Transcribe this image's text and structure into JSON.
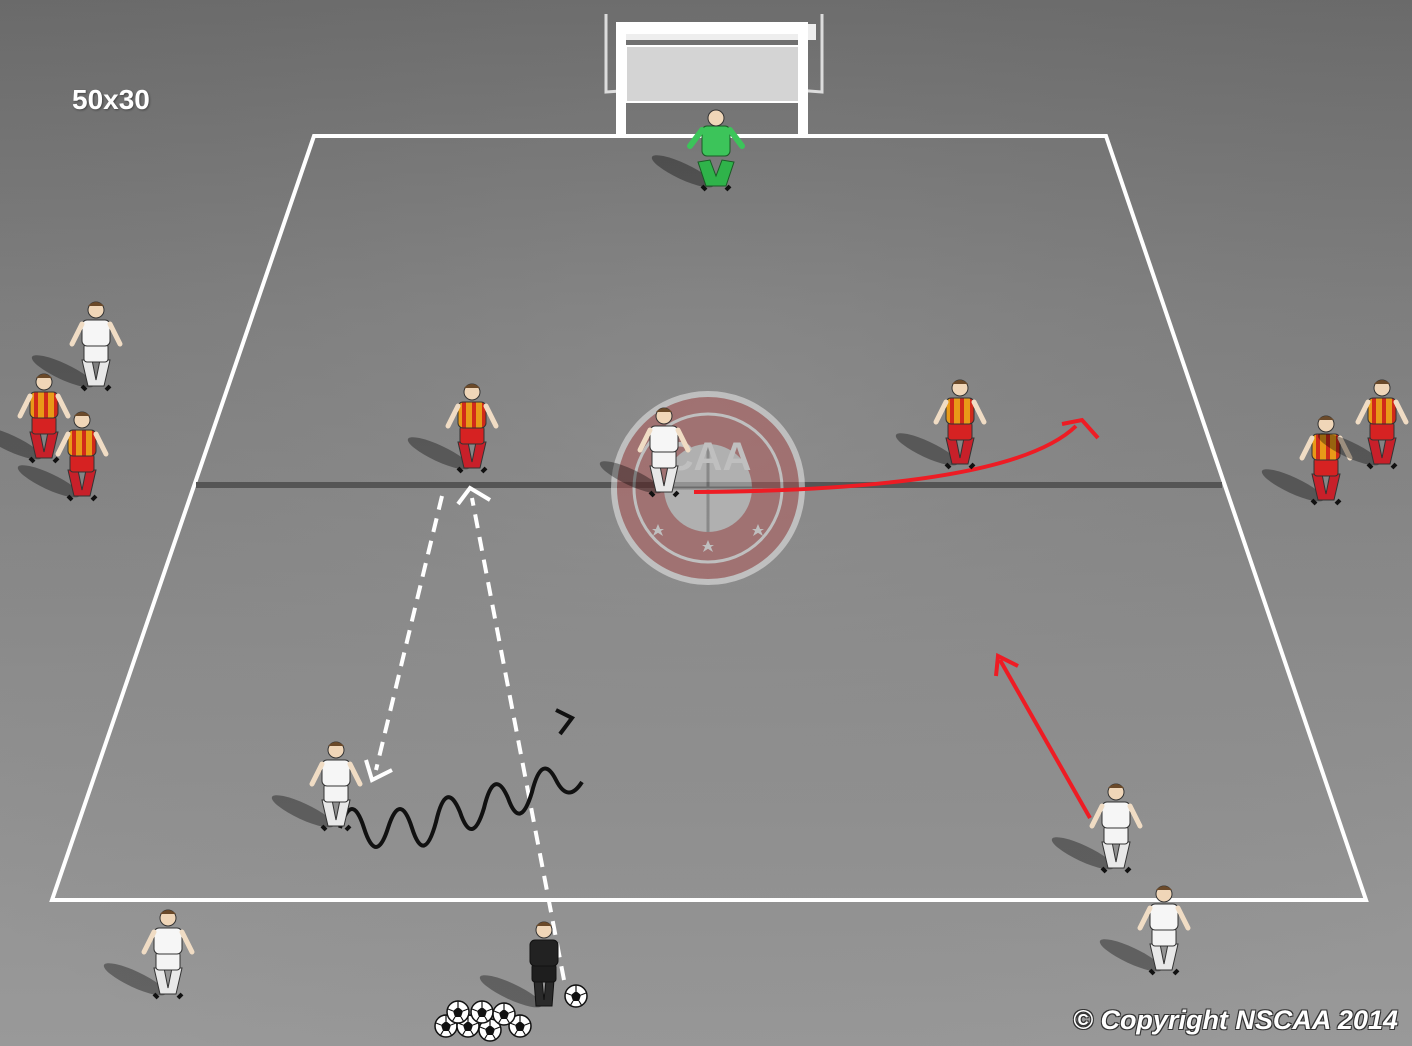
{
  "field": {
    "dimensions_label": "50x30"
  },
  "watermark": {
    "text": "NSCAA",
    "icon": "nscaa-logo-icon"
  },
  "copyright": "© Copyright NSCAA 2014",
  "colors": {
    "background": "#808080",
    "pitch_lines": "#ffffff",
    "halfway_line": "#555555",
    "team_attack_kit": "#f4f4f4",
    "team_defend_shirt": "#e89a18",
    "team_defend_stripes": "#d12a1a",
    "team_defend_shorts": "#d62222",
    "goalkeeper_kit": "#2fb34a",
    "coach_kit": "#222222",
    "movement_arrow": "#ee1c24",
    "pass_arrow": "#ffffff",
    "dribble_arrow": "#111111"
  },
  "legend_icons": {
    "pass": "dashed-arrow-icon",
    "dribble": "wavy-arrow-icon",
    "run": "curved-arrow-icon"
  }
}
